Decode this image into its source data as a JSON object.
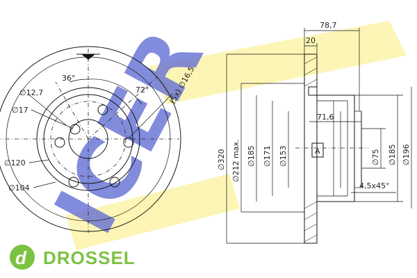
{
  "diagram": {
    "front_view": {
      "angle_36": "36°",
      "angle_72": "72°",
      "bolt_holes": "(5x) ∅16,5",
      "dia_12_7": "∅12,7",
      "dia_17": "∅17",
      "dia_120": "∅120",
      "dia_104": "∅104"
    },
    "side_view": {
      "width_78_7": "78,7",
      "thickness_20": "20",
      "depth_71_6": "71,6",
      "chamfer": "4,5x45°",
      "section_label": "A",
      "dia_320": "∅320",
      "dia_212": "∅212 max.",
      "dia_185a": "∅185",
      "dia_171": "∅171",
      "dia_153": "∅153",
      "dia_75": "∅75",
      "dia_185b": "∅185",
      "dia_196": "∅196"
    }
  },
  "watermark": {
    "text": "ICER"
  },
  "brand": {
    "text": "DROSSEL",
    "icon_letter": "d"
  }
}
